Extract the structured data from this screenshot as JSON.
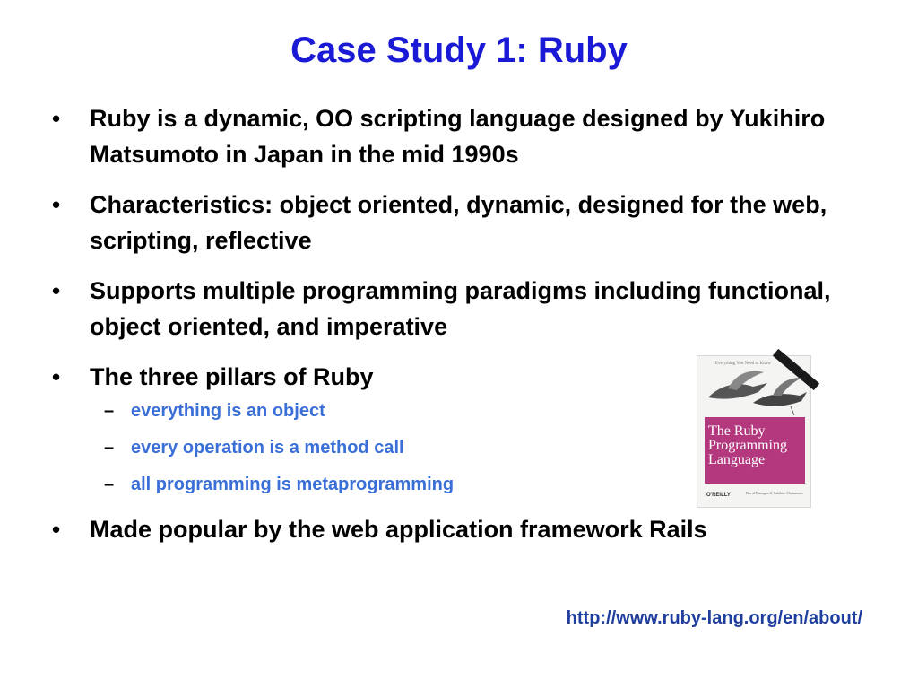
{
  "slide": {
    "title": "Case Study 1: Ruby",
    "bullets": [
      {
        "text": "Ruby is a dynamic, OO scripting language designed by Yukihiro Matsumoto in Japan in the mid 1990s"
      },
      {
        "text": "Characteristics:  object oriented, dynamic, designed for the web, scripting, reflective"
      },
      {
        "text": "Supports multiple programming paradigms including functional, object oriented, and imperative"
      },
      {
        "text": "The three pillars of Ruby",
        "subs": [
          "everything is an object",
          "every operation is a method call",
          "all programming is metaprogramming"
        ]
      },
      {
        "text": "Made popular by the web application framework Rails"
      }
    ],
    "book": {
      "tagline": "Everything You Need to Know",
      "title": "The Ruby Programming Language",
      "publisher": "O'REILLY",
      "authors": "David Flanagan & Yukihiro Matsumoto"
    },
    "url": "http://www.ruby-lang.org/en/about/",
    "colors": {
      "title": "#1a1ad6",
      "sub_bullets": "#3a6fd8",
      "url": "#1f3f9e",
      "book_panel": "#b3387e"
    }
  }
}
